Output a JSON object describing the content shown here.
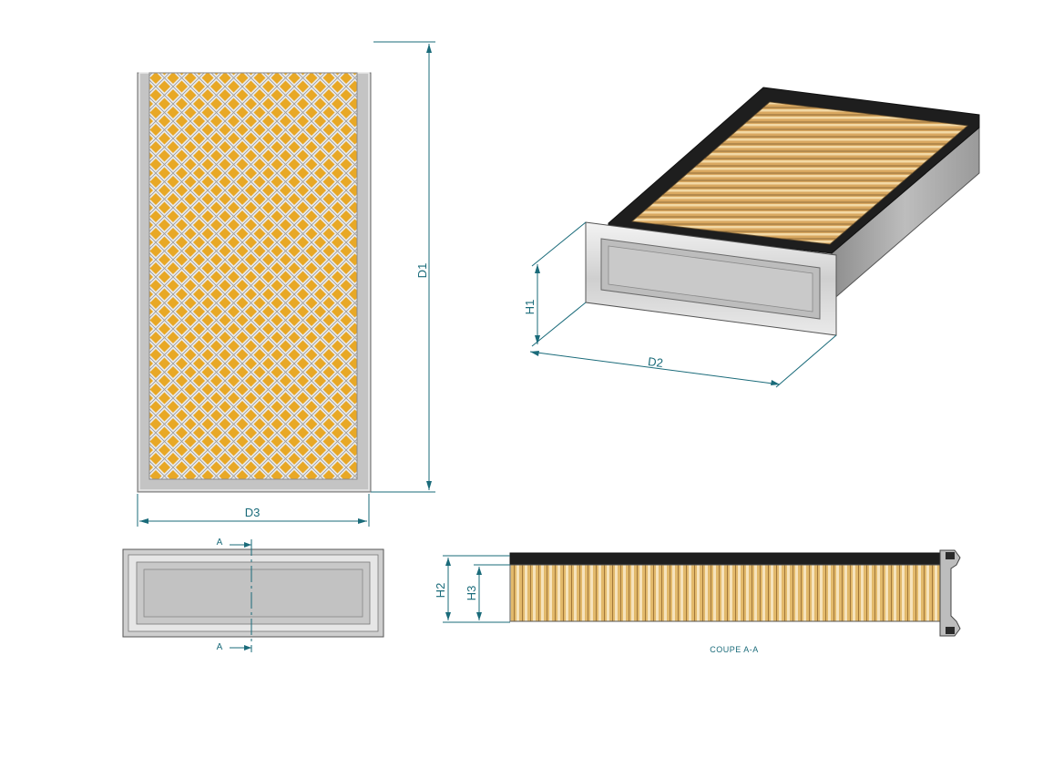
{
  "dimensions": {
    "d1": "D1",
    "d2": "D2",
    "d3": "D3",
    "h1": "H1",
    "h2": "H2",
    "h3": "H3"
  },
  "section_markers": {
    "top": "A",
    "bottom": "A"
  },
  "section_caption": "COUPE A-A",
  "colors": {
    "dimension_line": "#1a6b7a",
    "media": "#e8a826",
    "mesh": "#e6e6e6",
    "frame": "#c8c8c8",
    "gasket": "#1e1e1e"
  }
}
